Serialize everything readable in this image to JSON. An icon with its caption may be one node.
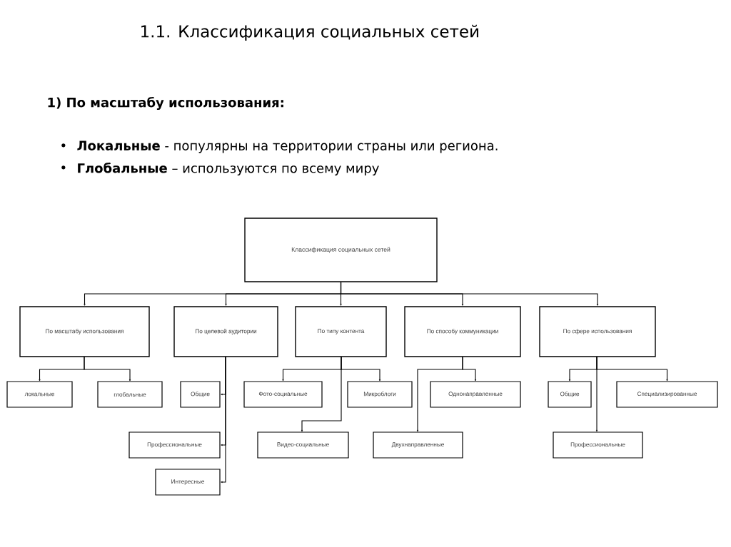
{
  "diagram": {
    "title": "1.1. Классификация социальных сетей",
    "nodes": [
      {
        "text": [
          "Классификация социальных сетей"
        ]
      },
      {
        "text": [
          "По масштабу использования"
        ]
      },
      {
        "text": [
          "По целевой аудитории"
        ]
      },
      {
        "text": [
          "По типу контента"
        ]
      },
      {
        "text": [
          "По способу коммуникации"
        ]
      },
      {
        "text": [
          "По сфере использования"
        ]
      },
      {
        "text": [
          "локальные"
        ]
      },
      {
        "text": [
          "глобальные"
        ]
      },
      {
        "text": [
          "Общие"
        ]
      },
      {
        "text": [
          "Фото-социальные"
        ]
      },
      {
        "text": [
          "Микроблоги"
        ]
      },
      {
        "text": [
          "Однонаправленные"
        ]
      },
      {
        "text": [
          "Общие"
        ]
      },
      {
        "text": [
          "Специализированные"
        ]
      },
      {
        "text": [
          "Профессиональные"
        ]
      },
      {
        "text": [
          "Видео-социальные"
        ]
      },
      {
        "text": [
          "Двухнаправленные"
        ]
      },
      {
        "text": [
          "Профессиональные"
        ]
      },
      {
        "text": [
          "Интересные"
        ]
      }
    ],
    "edges": [
      {
        "from": 0,
        "to": 1,
        "arrow": "to"
      },
      {
        "from": 0,
        "to": 2,
        "arrow": "to"
      },
      {
        "from": 0,
        "to": 3,
        "arrow": "to"
      },
      {
        "from": 0,
        "to": 4,
        "arrow": "to"
      },
      {
        "from": 0,
        "to": 5,
        "arrow": "to"
      },
      {
        "from": 1,
        "to": 6,
        "arrow": "to"
      },
      {
        "from": 1,
        "to": 7,
        "arrow": "to"
      },
      {
        "from": 2,
        "to": 8,
        "arrow": "to"
      },
      {
        "from": 2,
        "to": 14,
        "arrow": "to"
      },
      {
        "from": 2,
        "to": 18,
        "arrow": "to"
      },
      {
        "from": 3,
        "to": 9,
        "arrow": "to"
      },
      {
        "from": 3,
        "to": 10,
        "arrow": "to"
      },
      {
        "from": 3,
        "to": 15,
        "arrow": "to"
      },
      {
        "from": 4,
        "to": 11,
        "arrow": "to"
      },
      {
        "from": 4,
        "to": 16,
        "arrow": "to"
      },
      {
        "from": 5,
        "to": 12,
        "arrow": "to"
      },
      {
        "from": 5,
        "to": 13,
        "arrow": "to"
      },
      {
        "from": 5,
        "to": 17,
        "arrow": "to"
      }
    ],
    "labels": [
      "1) По масштабу использования:",
      "•",
      "**Локальные** - популярны на территории страны или региона.",
      "•",
      "**Глобальные** – используются по всему миру"
    ]
  }
}
